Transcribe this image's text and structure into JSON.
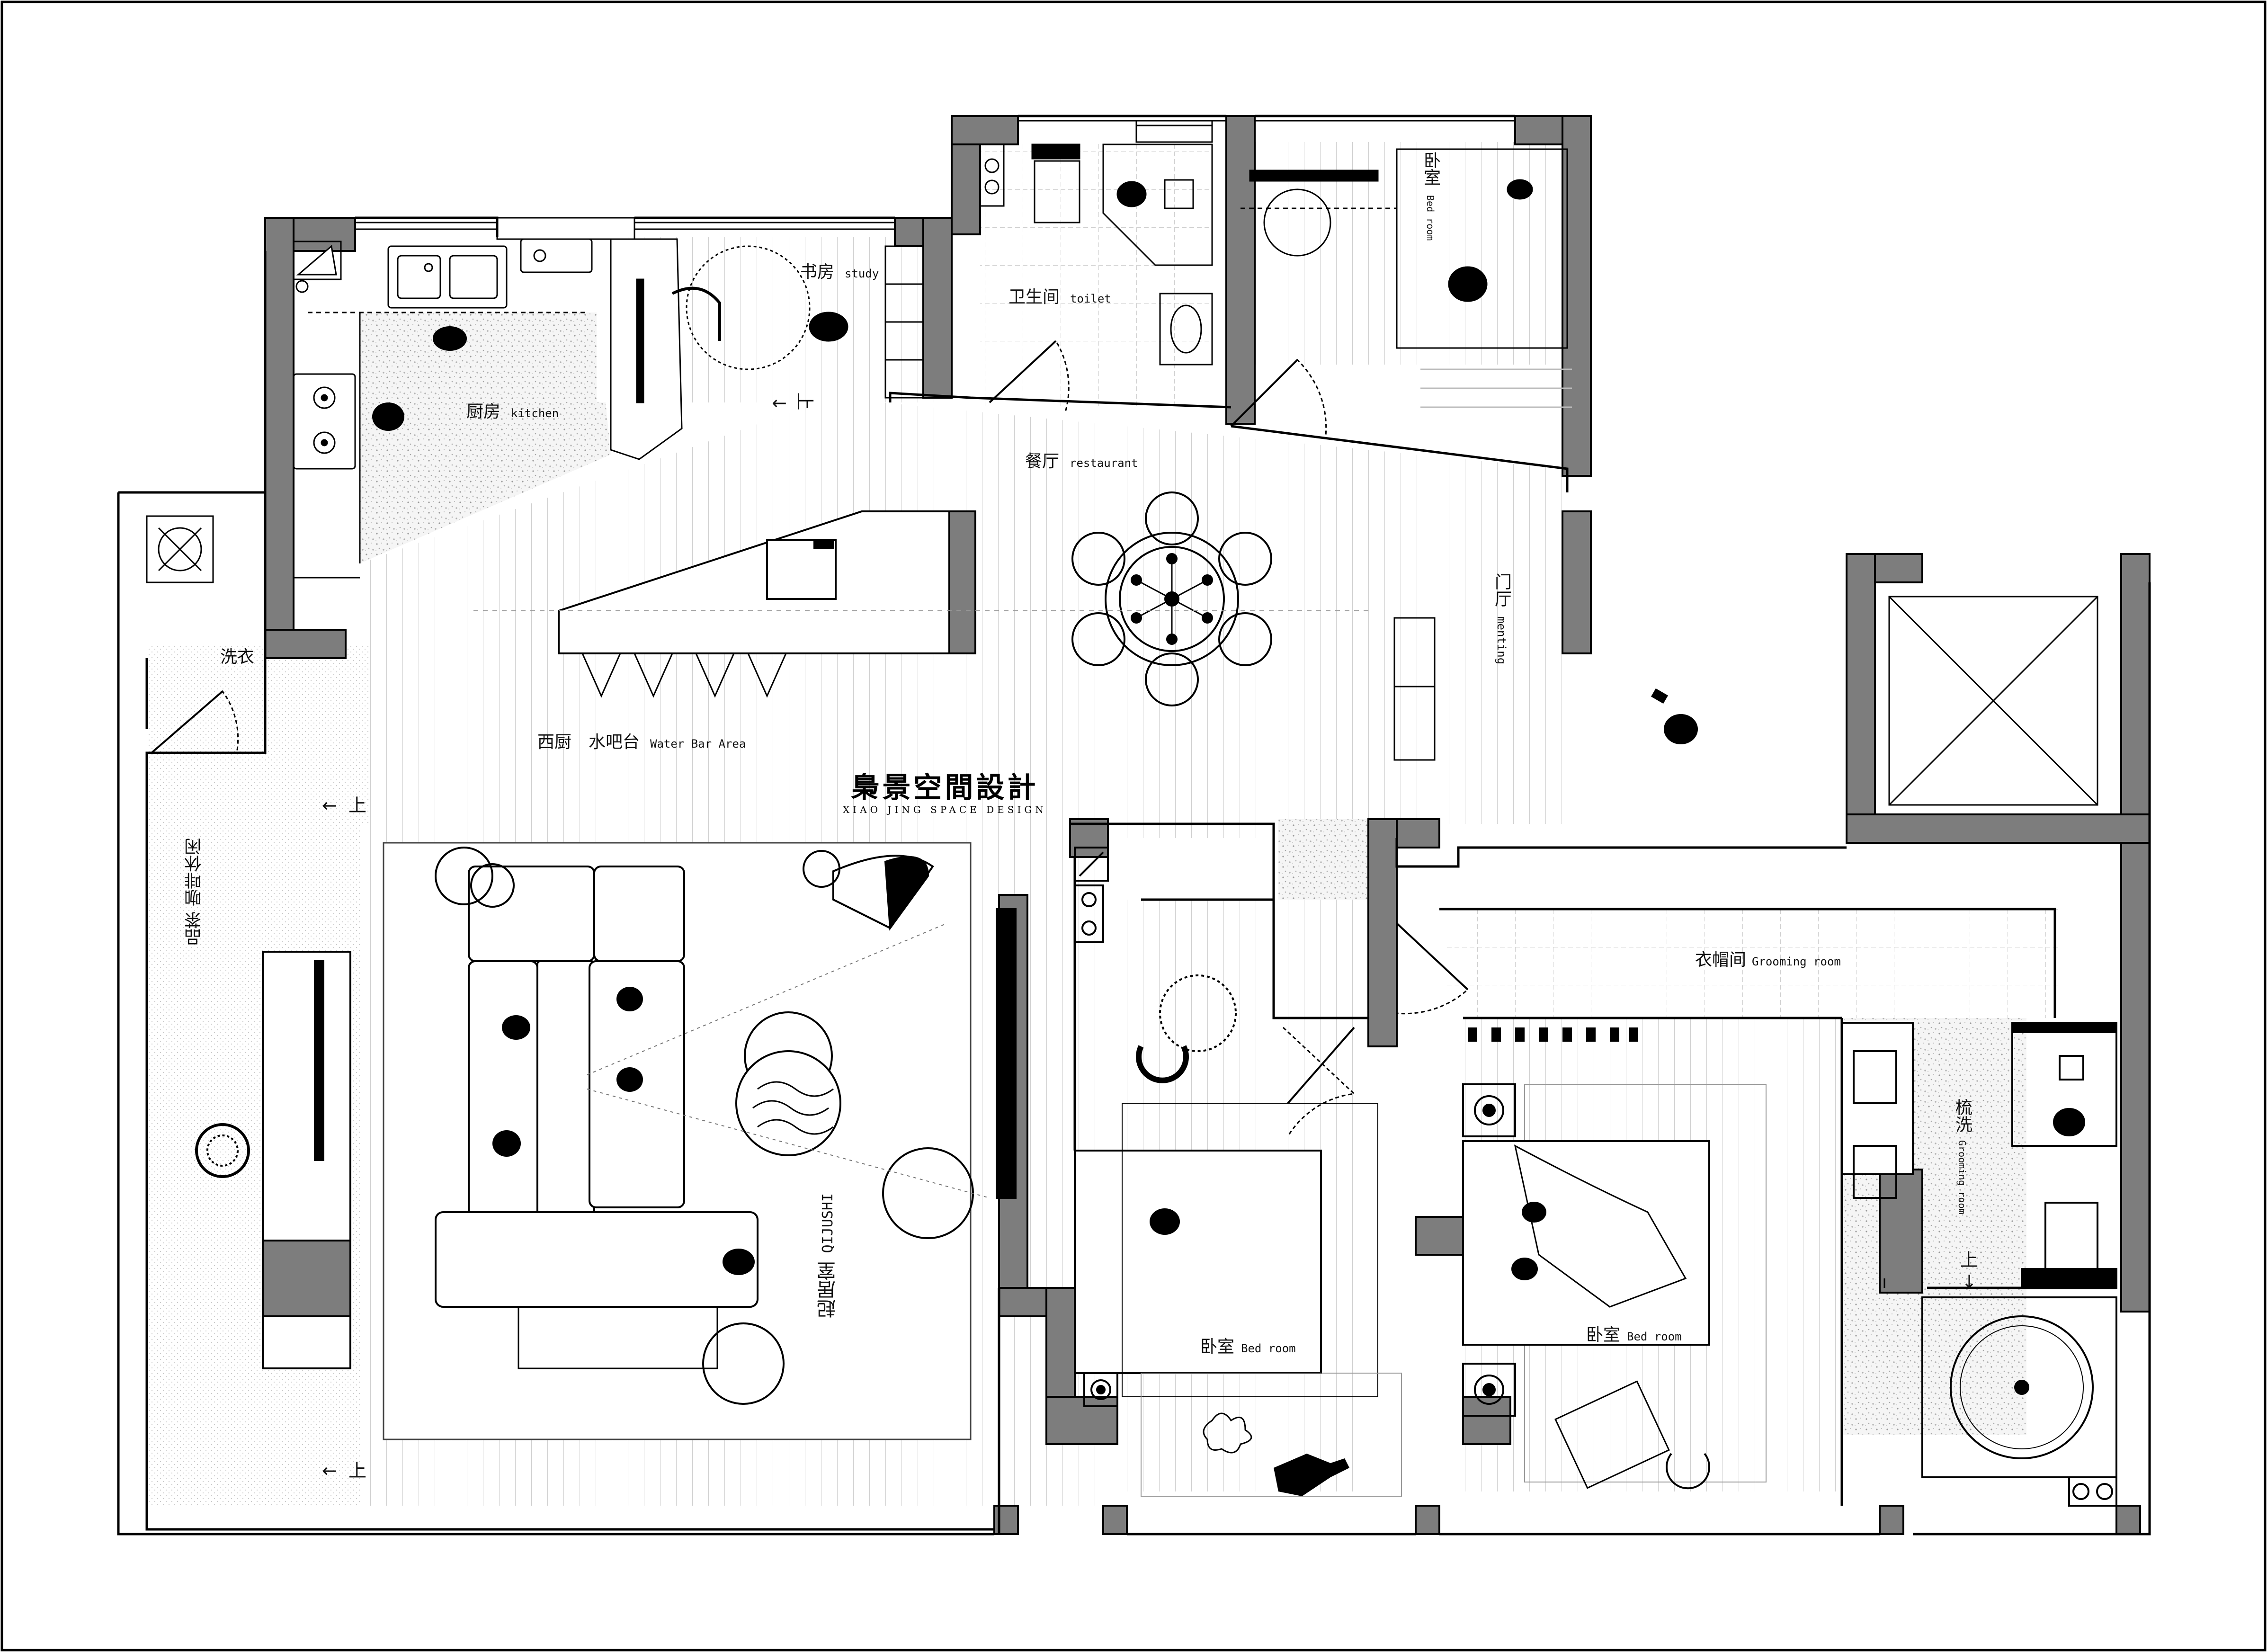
{
  "rooms": {
    "study": {
      "cn": "书房",
      "en": "study"
    },
    "toilet": {
      "cn": "卫生间",
      "en": "toilet"
    },
    "bedroom_north": {
      "cn": "卧室",
      "en": "Bed room"
    },
    "kitchen": {
      "cn": "厨房",
      "en": "kitchen"
    },
    "restaurant": {
      "cn": "餐厅",
      "en": "restaurant"
    },
    "entrance": {
      "cn": "门厅",
      "en": "menting"
    },
    "laundry": {
      "cn": "洗衣"
    },
    "water_bar": {
      "cn": "西厨　水吧台",
      "en": "Water Bar Area"
    },
    "tea_lounge": {
      "cn": "品茶 咖啡休闲"
    },
    "living": {
      "cn": "起居室",
      "en": "QIJUSHI"
    },
    "cloakroom": {
      "cn": "衣帽间",
      "en": "Grooming room"
    },
    "wash": {
      "cn": "梳洗",
      "en": "Grooming room"
    },
    "bedroom_middle": {
      "cn": "卧室",
      "en": "Bed room"
    },
    "bedroom_master": {
      "cn": "卧室",
      "en": "Bed room"
    }
  },
  "up_marks": {
    "study_stair": "上",
    "lounge_top": "上",
    "lounge_bottom": "上",
    "wash_step": "上",
    "arrow_left": "←",
    "arrow_down": "↓"
  },
  "brand": {
    "name": "梟景空間設計",
    "tagline": "XIAO JING SPACE DESIGN"
  },
  "colors": {
    "wall_fill": "#7d7d7d",
    "line": "#000000",
    "paper": "#ffffff",
    "terrazzo": "#efefef"
  }
}
